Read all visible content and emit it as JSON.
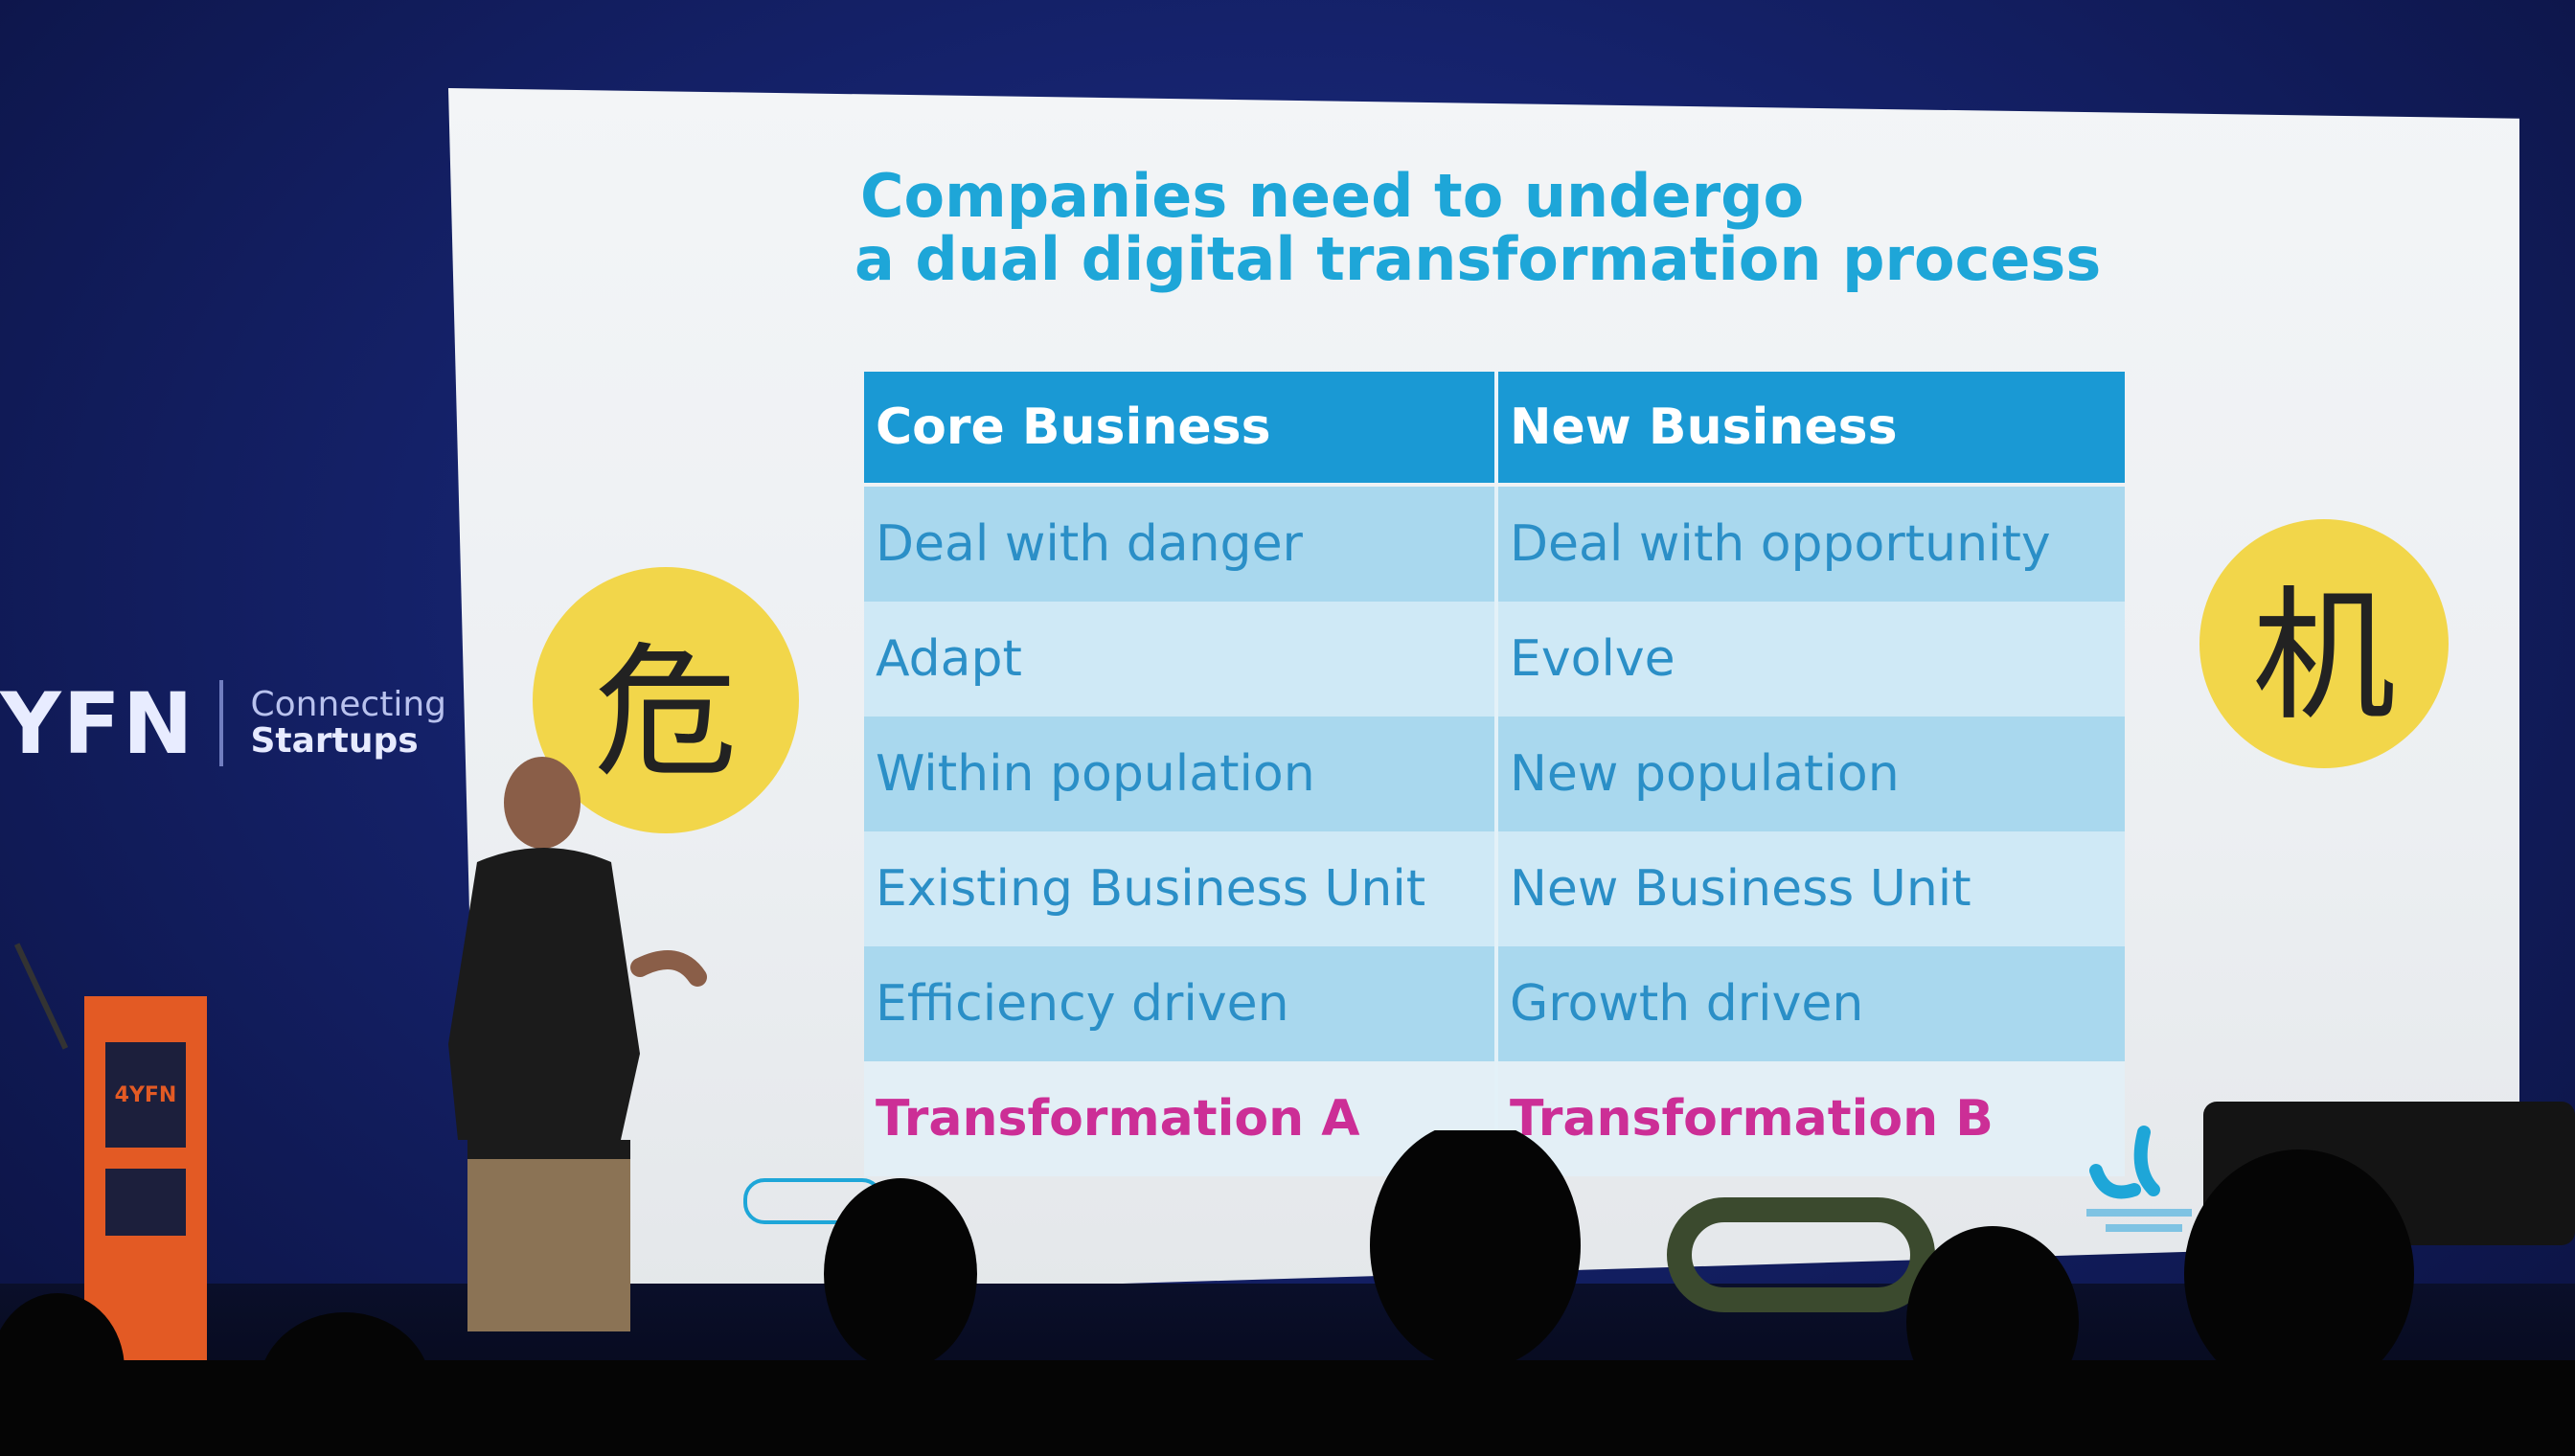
{
  "backdrop": {
    "brand": "YFN",
    "tagline_line1": "Connecting",
    "tagline_line2": "Startups"
  },
  "slide": {
    "title_line1": "Companies need to undergo",
    "title_line2": "a dual digital transformation process",
    "table": {
      "headers": [
        "Core Business",
        "New Business"
      ],
      "rows": [
        [
          "Deal with danger",
          "Deal with opportunity"
        ],
        [
          "Adapt",
          "Evolve"
        ],
        [
          "Within population",
          "New population"
        ],
        [
          "Existing Business Unit",
          "New Business Unit"
        ],
        [
          "Efficiency driven",
          "Growth driven"
        ]
      ],
      "transformation": [
        "Transformation A",
        "Transformation B"
      ]
    },
    "left_symbol": "危",
    "right_symbol": "机"
  },
  "podium": {
    "logo": "4YFN"
  },
  "colors": {
    "accent_blue": "#1ea6d8",
    "header_blue": "#1a99d4",
    "magenta": "#cc2e96",
    "symbol_yellow": "#f2d64a",
    "podium_orange": "#e35a24"
  }
}
